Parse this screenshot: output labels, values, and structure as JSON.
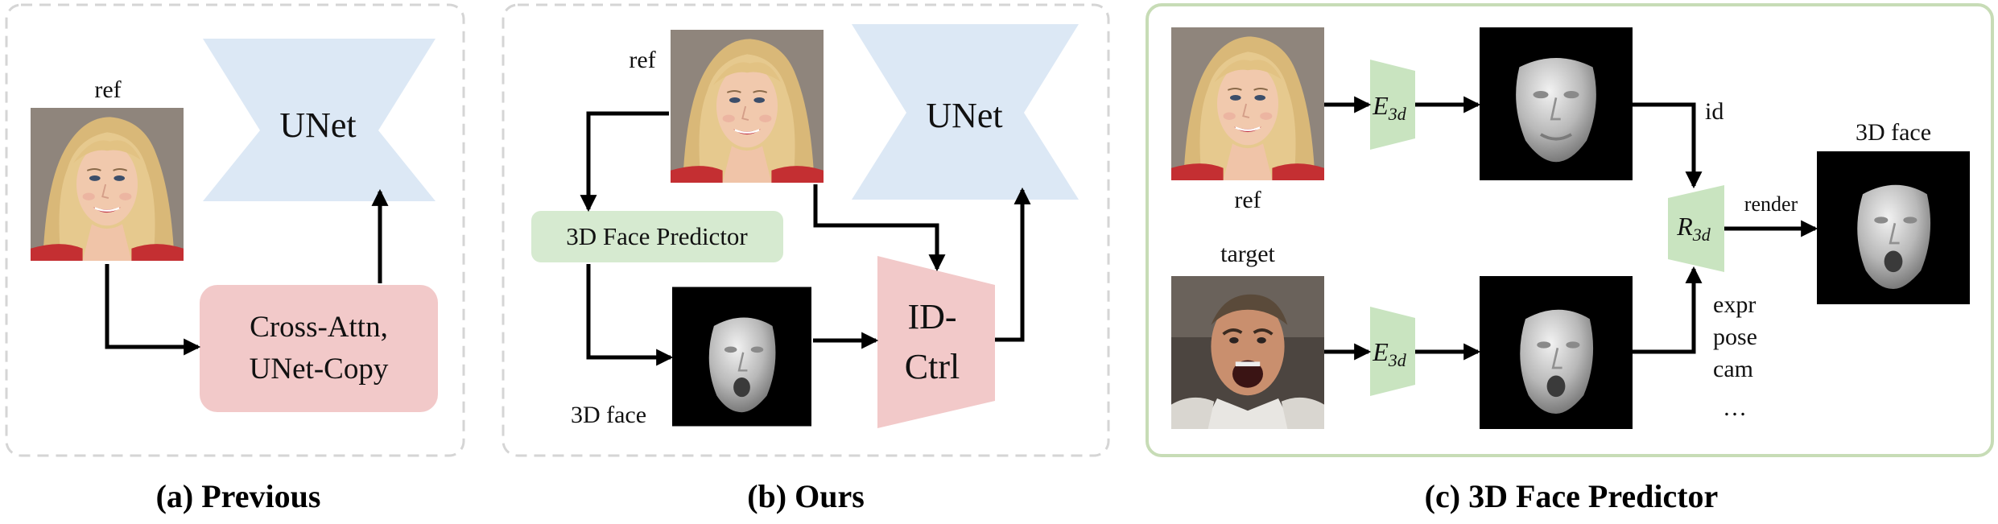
{
  "colors": {
    "unet": "#dce8f5",
    "crossattn": "#f2c9c9",
    "predictor": "#d6ead0",
    "idctrl": "#f2c9c9",
    "encoder": "#c9e4c0",
    "panel_c_border": "#c7dcb6",
    "panel_dash": "#d5d5d5"
  },
  "panel_a": {
    "caption": "(a) Previous",
    "ref_label": "ref",
    "unet_label": "UNet",
    "module_line1": "Cross-Attn,",
    "module_line2": "UNet-Copy"
  },
  "panel_b": {
    "caption": "(b) Ours",
    "ref_label": "ref",
    "unet_label": "UNet",
    "predictor_label": "3D Face Predictor",
    "face_label": "3D face",
    "idctrl_line1": "ID-",
    "idctrl_line2": "Ctrl"
  },
  "panel_c": {
    "caption": "(c) 3D Face Predictor",
    "ref_label": "ref",
    "target_label": "target",
    "encoder_base": "E",
    "encoder_sub": "3d",
    "renderer_base": "R",
    "renderer_sub": "3d",
    "id_label": "id",
    "render_label": "render",
    "output_label": "3D face",
    "params": [
      "expr",
      "pose",
      "cam",
      "…"
    ]
  }
}
